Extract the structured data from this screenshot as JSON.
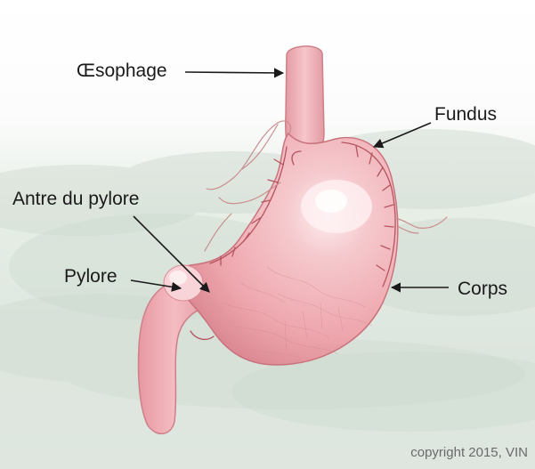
{
  "labels": {
    "oesophagus": "Œsophage",
    "fundus": "Fundus",
    "antrum": "Antre du pylore",
    "pylorus": "Pylore",
    "body": "Corps"
  },
  "copyright": "copyright 2015, VIN",
  "colors": {
    "stomach_fill": "#f2b8bd",
    "stomach_shadow": "#d9848f",
    "highlight": "#fbe3e6",
    "vessel": "#b4545e",
    "arrow": "#1a1a1a",
    "background_top": "#ffffff",
    "background_mist": "#e3ebe3"
  }
}
